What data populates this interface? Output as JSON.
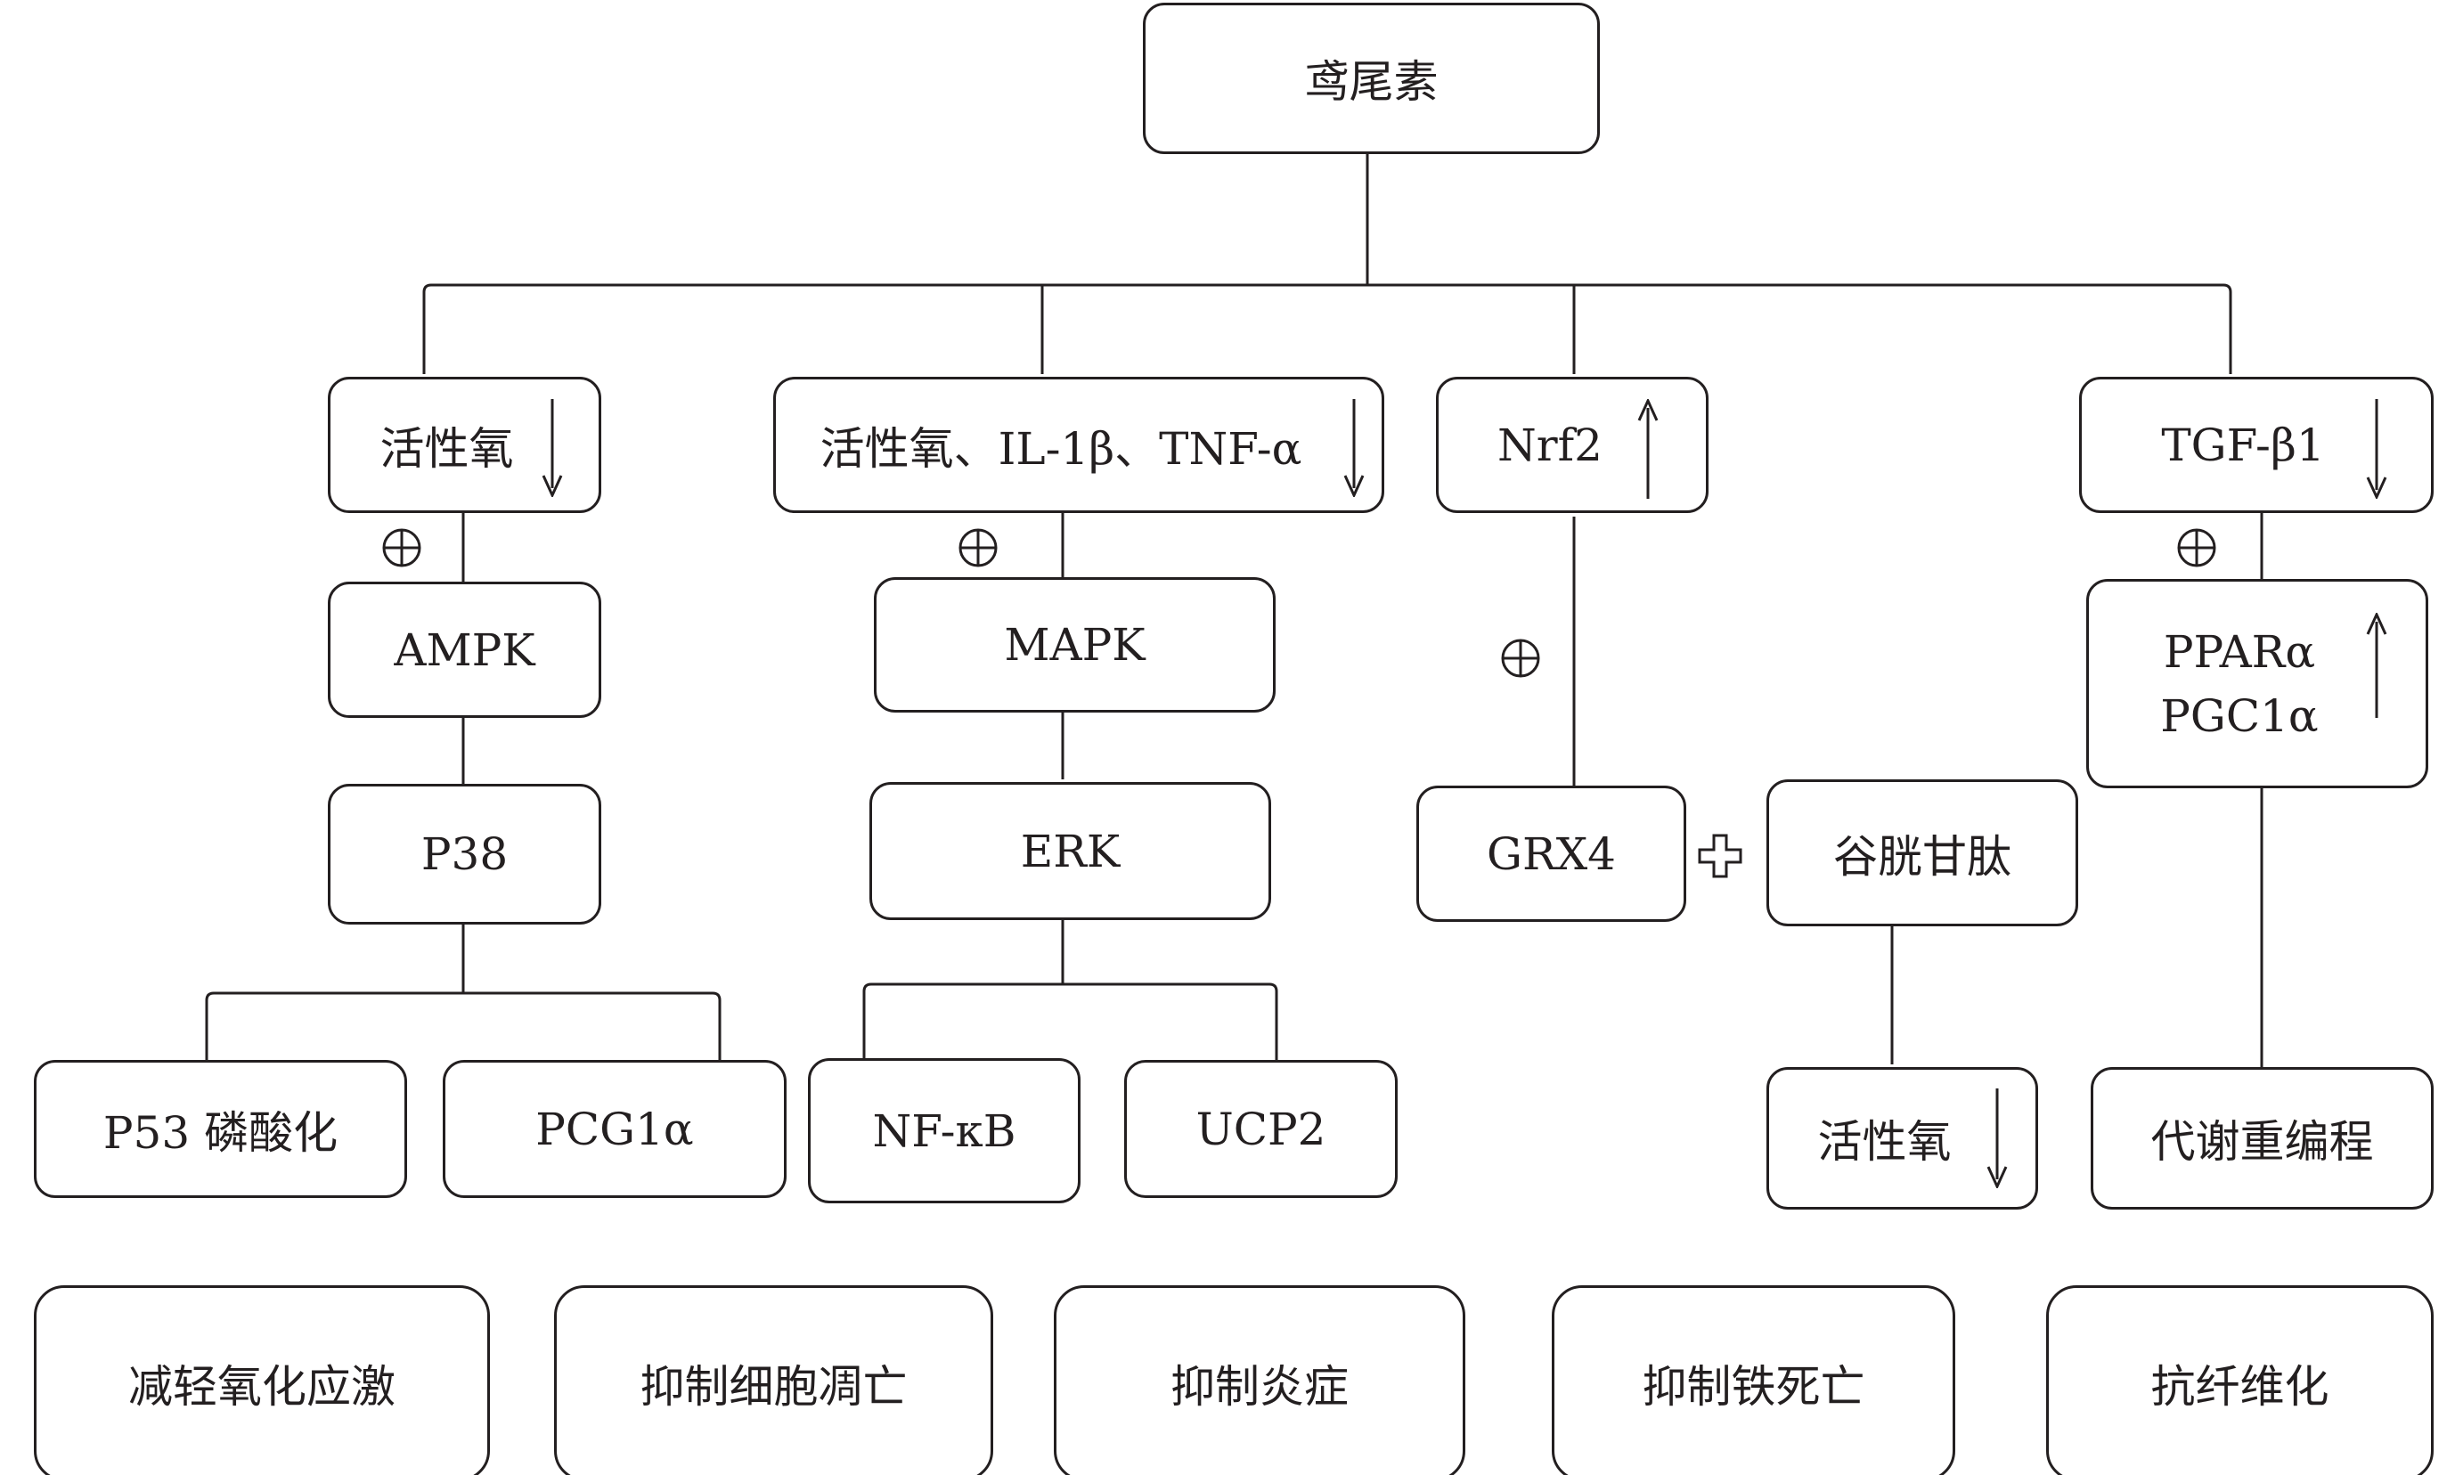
{
  "root": "鸢尾素",
  "pathway1": {
    "top": "活性氧",
    "top_arrow": "down",
    "steps": [
      "AMPK",
      "P38"
    ],
    "leaves": [
      "P53 磷酸化",
      "PCG1α"
    ]
  },
  "pathway2": {
    "top": "活性氧、IL-1β、TNF-α",
    "top_arrow": "down",
    "steps": [
      "MAPK",
      "ERK"
    ],
    "leaves": [
      "NF-κB",
      "UCP2"
    ]
  },
  "pathway3": {
    "top": "Nrf2",
    "top_arrow": "up",
    "left": "GRX4",
    "right": "谷胱甘肽",
    "leaf": "活性氧",
    "leaf_arrow": "down"
  },
  "pathway4": {
    "top": "TGF-β1",
    "top_arrow": "down",
    "mid_lines": [
      "PPARα",
      "PGC1α"
    ],
    "mid_arrow": "up",
    "leaf": "代谢重编程"
  },
  "outcomes": [
    "减轻氧化应激",
    "抑制细胞凋亡",
    "抑制炎症",
    "抑制铁死亡",
    "抗纤维化"
  ],
  "colors": {
    "line": "#231f20",
    "box_fill": "#ffffff"
  },
  "icons": {
    "promote": "circled-plus-icon",
    "combine": "outlined-cross-icon",
    "increase": "up-arrow-icon",
    "decrease": "down-arrow-icon"
  }
}
